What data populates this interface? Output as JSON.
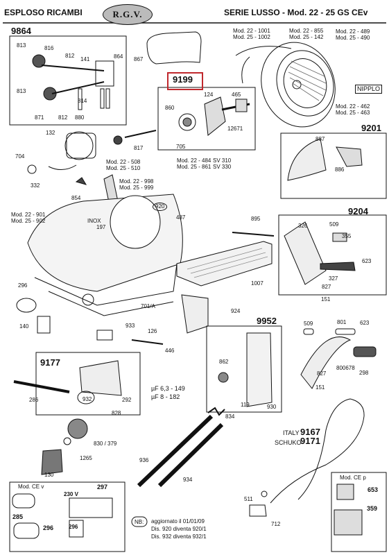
{
  "header": {
    "title_left": "ESPLOSO RICAMBI",
    "logo": "R.G.V.",
    "title_right": "SERIE LUSSO - Mod. 22 - 25 GS CEv"
  },
  "groups": {
    "g9864": "9864",
    "g9199": "9199",
    "g9201": "9201",
    "g9204": "9204",
    "g9952": "9952",
    "g9177": "9177",
    "g9167": "9167",
    "g9171": "9171",
    "italy": "ITALY",
    "schuko": "SCHUKO"
  },
  "models": {
    "m1001_a": "Mod. 22 - 1001",
    "m1001_b": "Mod. 25 - 1002",
    "m855_a": "Mod. 22 - 855",
    "m855_b": "Mod. 25 - 142",
    "m489_a": "Mod. 22 - 489",
    "m489_b": "Mod. 25 - 490",
    "nipplo": "NIPPLO",
    "m462_a": "Mod. 22 - 462",
    "m462_b": "Mod. 25 - 463",
    "m484_a": "Mod. 22 - 484",
    "m484_b": "Mod. 25 - 861",
    "sv310": "SV 310",
    "sv330": "SV 330",
    "m508_a": "Mod. 22 - 508",
    "m508_b": "Mod. 25 - 510",
    "m998_a": "Mod. 22 - 998",
    "m998_b": "Mod. 25 - 999",
    "m901_a": "Mod. 22 - 901",
    "m901_b": "Mod. 25 - 902",
    "inox": "INOX",
    "mod_ce_v": "Mod. CE v",
    "mod_ce_p": "Mod. CE p",
    "uf1": "µF 6,3 - 149",
    "uf2": "µF  8   - 182",
    "v230": "230 V"
  },
  "parts": {
    "p813a": "813",
    "p816": "816",
    "p812a": "812",
    "p141": "141",
    "p864": "864",
    "p813b": "813",
    "p814": "814",
    "p871": "871",
    "p812b": "812",
    "p880": "880",
    "p867": "867",
    "p124": "124",
    "p465": "465",
    "p860": "860",
    "p12671": "12671",
    "p705": "705",
    "p132": "132",
    "p704": "704",
    "p817": "817",
    "p332": "332",
    "p854": "854",
    "p887": "887",
    "p886": "886",
    "p920": "920",
    "p487": "487",
    "p197": "197",
    "p895": "895",
    "p326": "326",
    "p509a": "509",
    "p355": "355",
    "p623a": "623",
    "p327": "327",
    "p827a": "827",
    "p151a": "151",
    "p1007": "1007",
    "p296a": "296",
    "p701a": "701/A",
    "p924": "924",
    "p140": "140",
    "p933": "933",
    "p126": "126",
    "p446": "446",
    "p509b": "509",
    "p801": "801",
    "p623b": "623",
    "p862": "862",
    "p800678": "800678",
    "p298": "298",
    "p827b": "827",
    "p151b": "151",
    "p119": "119",
    "p930": "930",
    "p932": "932",
    "p292": "292",
    "p828": "828",
    "p286": "286",
    "p834": "834",
    "p830": "830 / 379",
    "p1265": "1265",
    "p936": "936",
    "p934": "934",
    "p130": "130",
    "p297": "297",
    "p511": "511",
    "p712": "712",
    "p653": "653",
    "p359": "359",
    "p285": "285",
    "p296b": "296",
    "p296c": "296"
  },
  "notes": {
    "nb": "NB:",
    "line1": "aggiornato il 01/01/09",
    "line2": "Dis. 920 diventa 920/1",
    "line3": "Dis. 932 diventa 932/1"
  }
}
